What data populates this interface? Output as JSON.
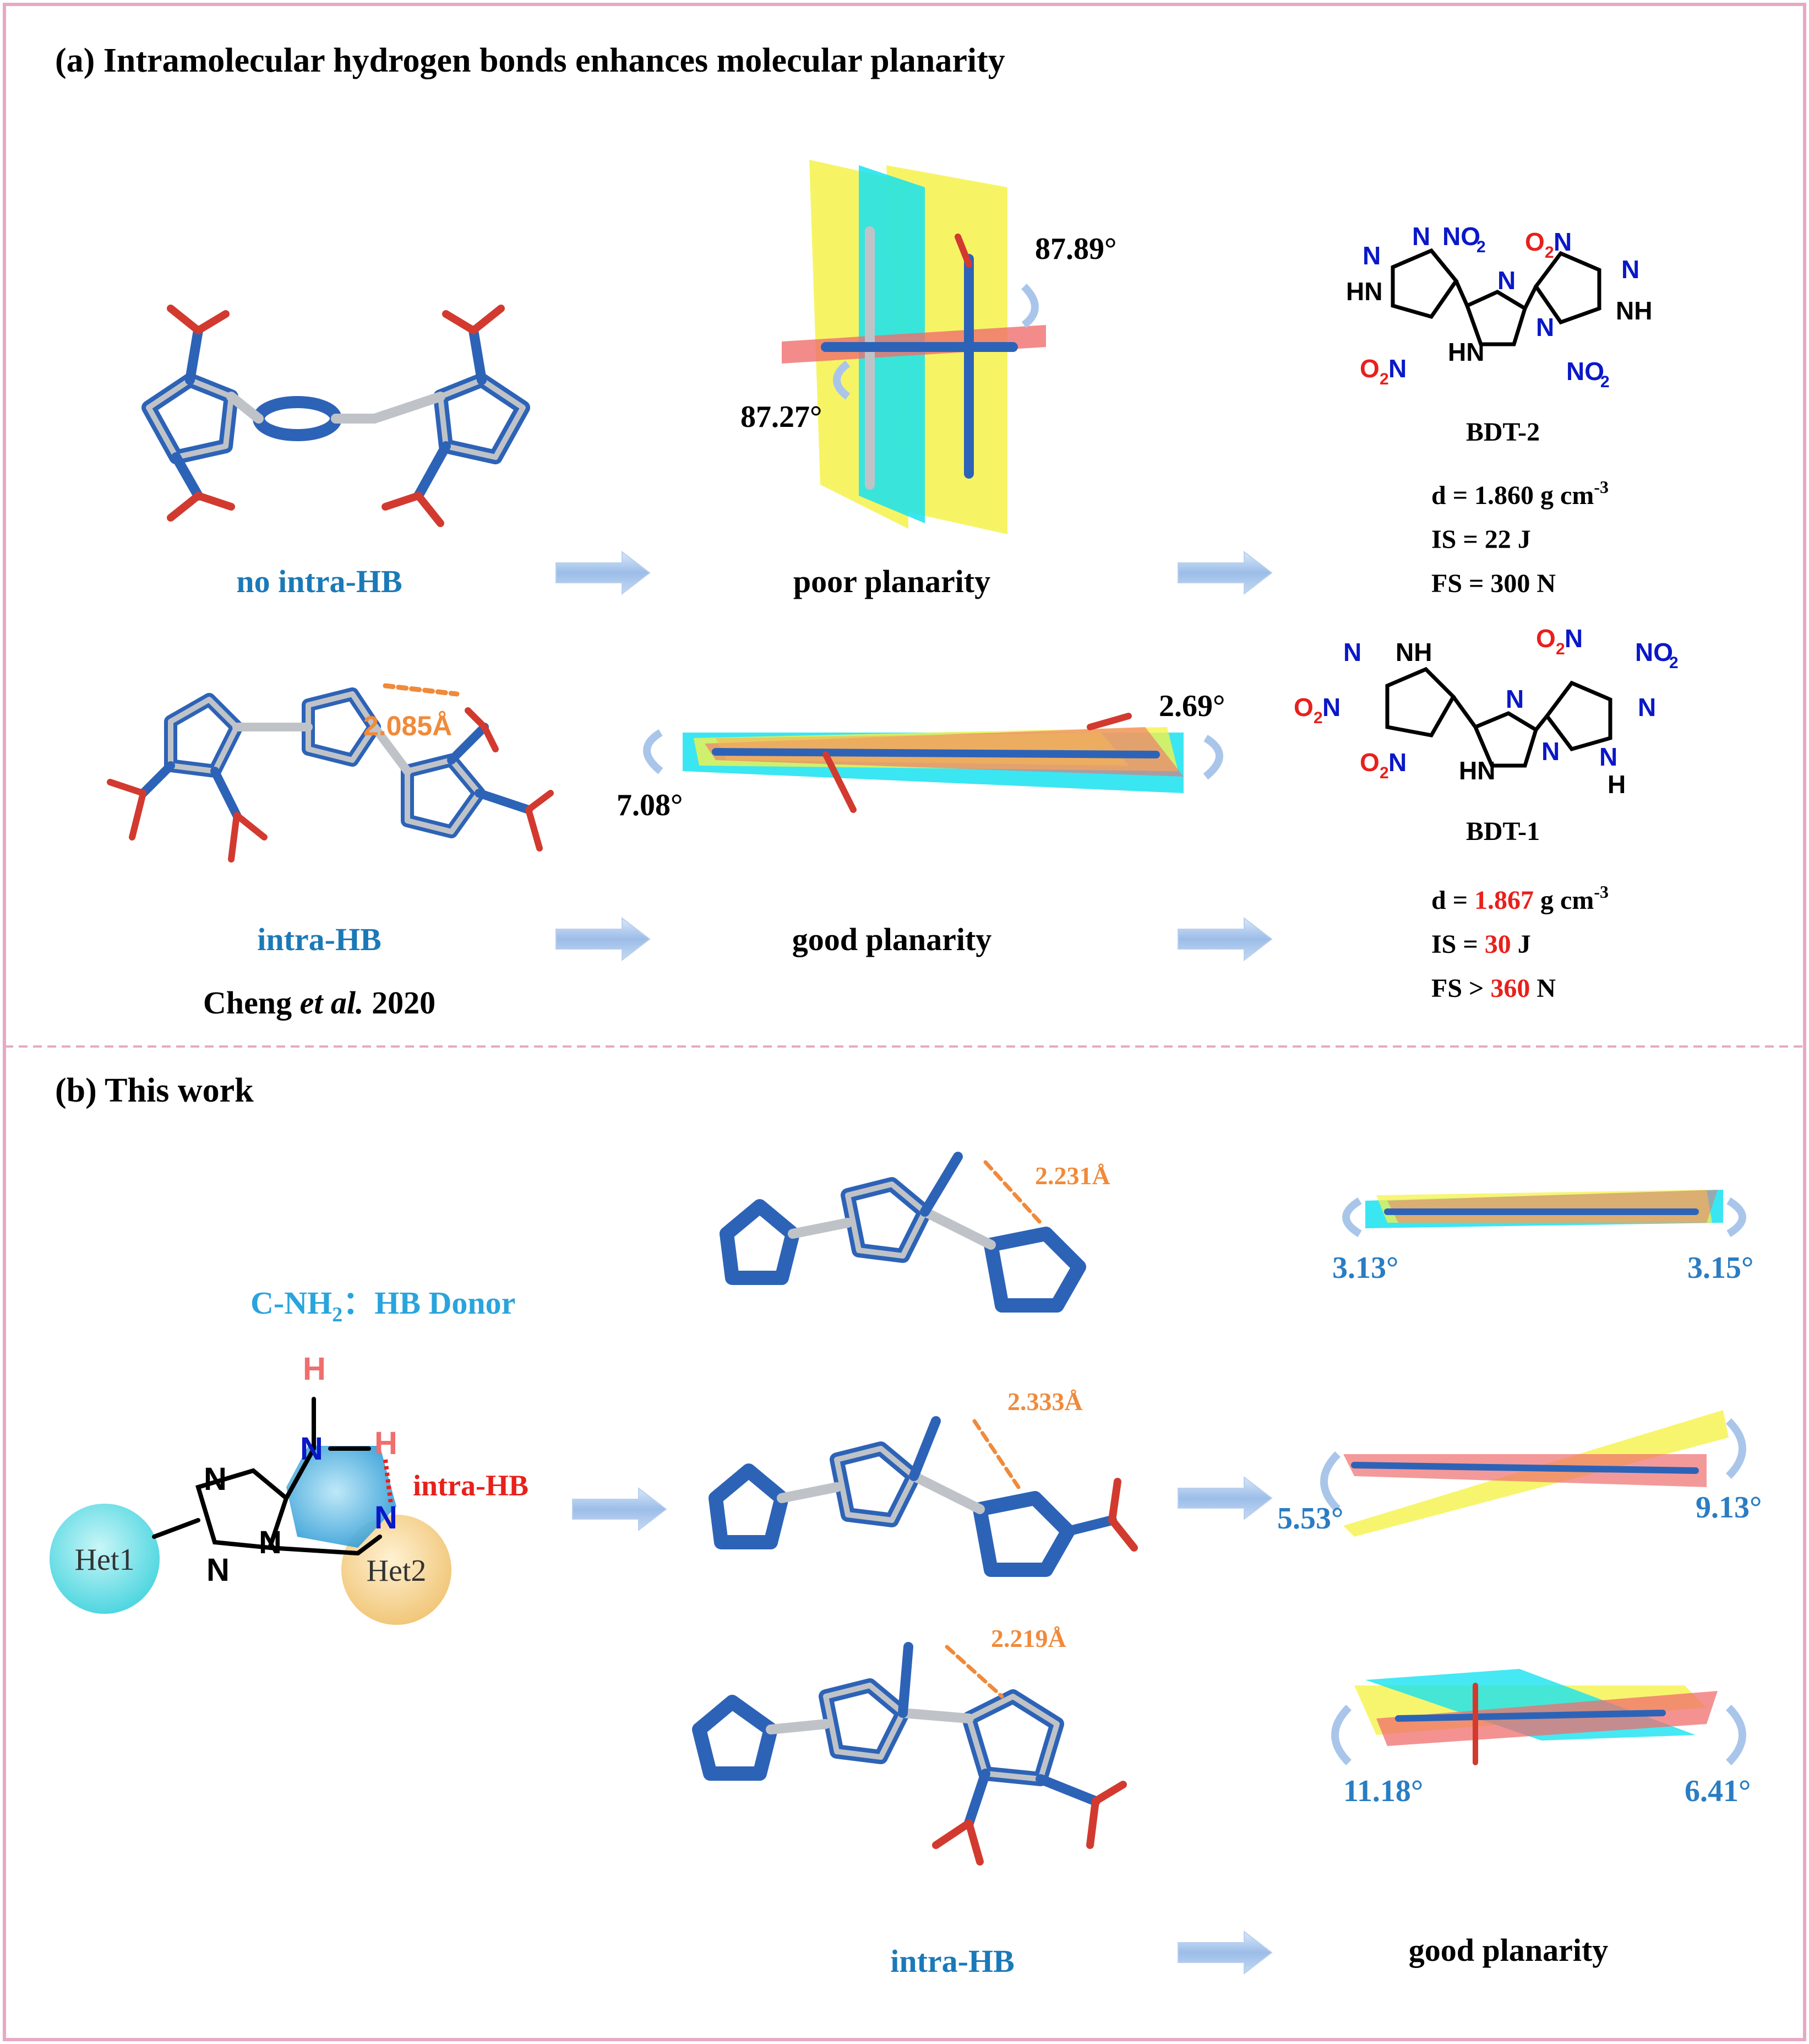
{
  "panel_a": {
    "title": "(a) Intramolecular hydrogen bonds enhances molecular planarity",
    "row1": {
      "label": "no intra-HB",
      "planarity": "poor planarity",
      "angle_top": "87.89°",
      "angle_bottom": "87.27°"
    },
    "row2": {
      "label": "intra-HB",
      "hb_distance": "2.085Å",
      "planarity": "good planarity",
      "angle_right": "2.69°",
      "angle_left": "7.08°",
      "citation_name": "Cheng",
      "citation_etal": "et al.",
      "citation_year": "2020"
    },
    "bdt2": {
      "name": "BDT-2",
      "d_prefix": "d = ",
      "d_value": "1.860",
      "d_unit": " g cm",
      "d_exp": "-3",
      "is_prefix": "IS = ",
      "is_value": "22",
      "is_unit": " J",
      "fs_prefix": "FS = ",
      "fs_value": "300",
      "fs_unit": " N"
    },
    "bdt1": {
      "name": "BDT-1",
      "d_prefix": "d = ",
      "d_value": "1.867",
      "d_unit": " g cm",
      "d_exp": "-3",
      "is_prefix": "IS = ",
      "is_value": "30",
      "is_unit": " J",
      "fs_prefix": "FS > ",
      "fs_value": "360",
      "fs_unit": " N"
    },
    "chem": {
      "n": "N",
      "hn": "HN",
      "nh": "NH",
      "h": "H",
      "hn_dash": "HN–",
      "no2_main": "NO",
      "o2n_main": "O",
      "sub2": "2",
      "n_tail": "N"
    }
  },
  "panel_b": {
    "title": "(b) This work",
    "donor_label_a": "C-NH",
    "donor_label_sub": "2",
    "donor_label_b": "：HB Donor",
    "het1": "Het1",
    "het2": "Het2",
    "intra_hb_red": "intra-HB",
    "atom_h": "H",
    "atom_n": "N",
    "dist1": "2.231Å",
    "dist2": "2.333Å",
    "dist3": "2.219Å",
    "row1_left_angle": "3.13°",
    "row1_right_angle": "3.15°",
    "row2_left_angle": "5.53°",
    "row2_right_angle": "9.13°",
    "row3_left_angle": "11.18°",
    "row3_right_angle": "6.41°",
    "bottom_label": "intra-HB",
    "bottom_planarity": "good planarity"
  },
  "colors": {
    "frame": "#e6a9c4",
    "blue_label": "#1b79b8",
    "orange": "#f08a3b",
    "red": "#e8201c",
    "stick_blue": "#2d63b7",
    "stick_gray": "#bfc3c8",
    "stick_red": "#d23a2f",
    "arrow": "#a9c6ea",
    "plane_yellow": "#f5f24a",
    "plane_cyan": "#18e2f0",
    "plane_red": "#f06e6e",
    "plane_orange": "#f3b45a",
    "het1_fill": "#7de3ea",
    "het2_fill": "#f6d79a",
    "ring_fill": "#4fb3e0"
  }
}
